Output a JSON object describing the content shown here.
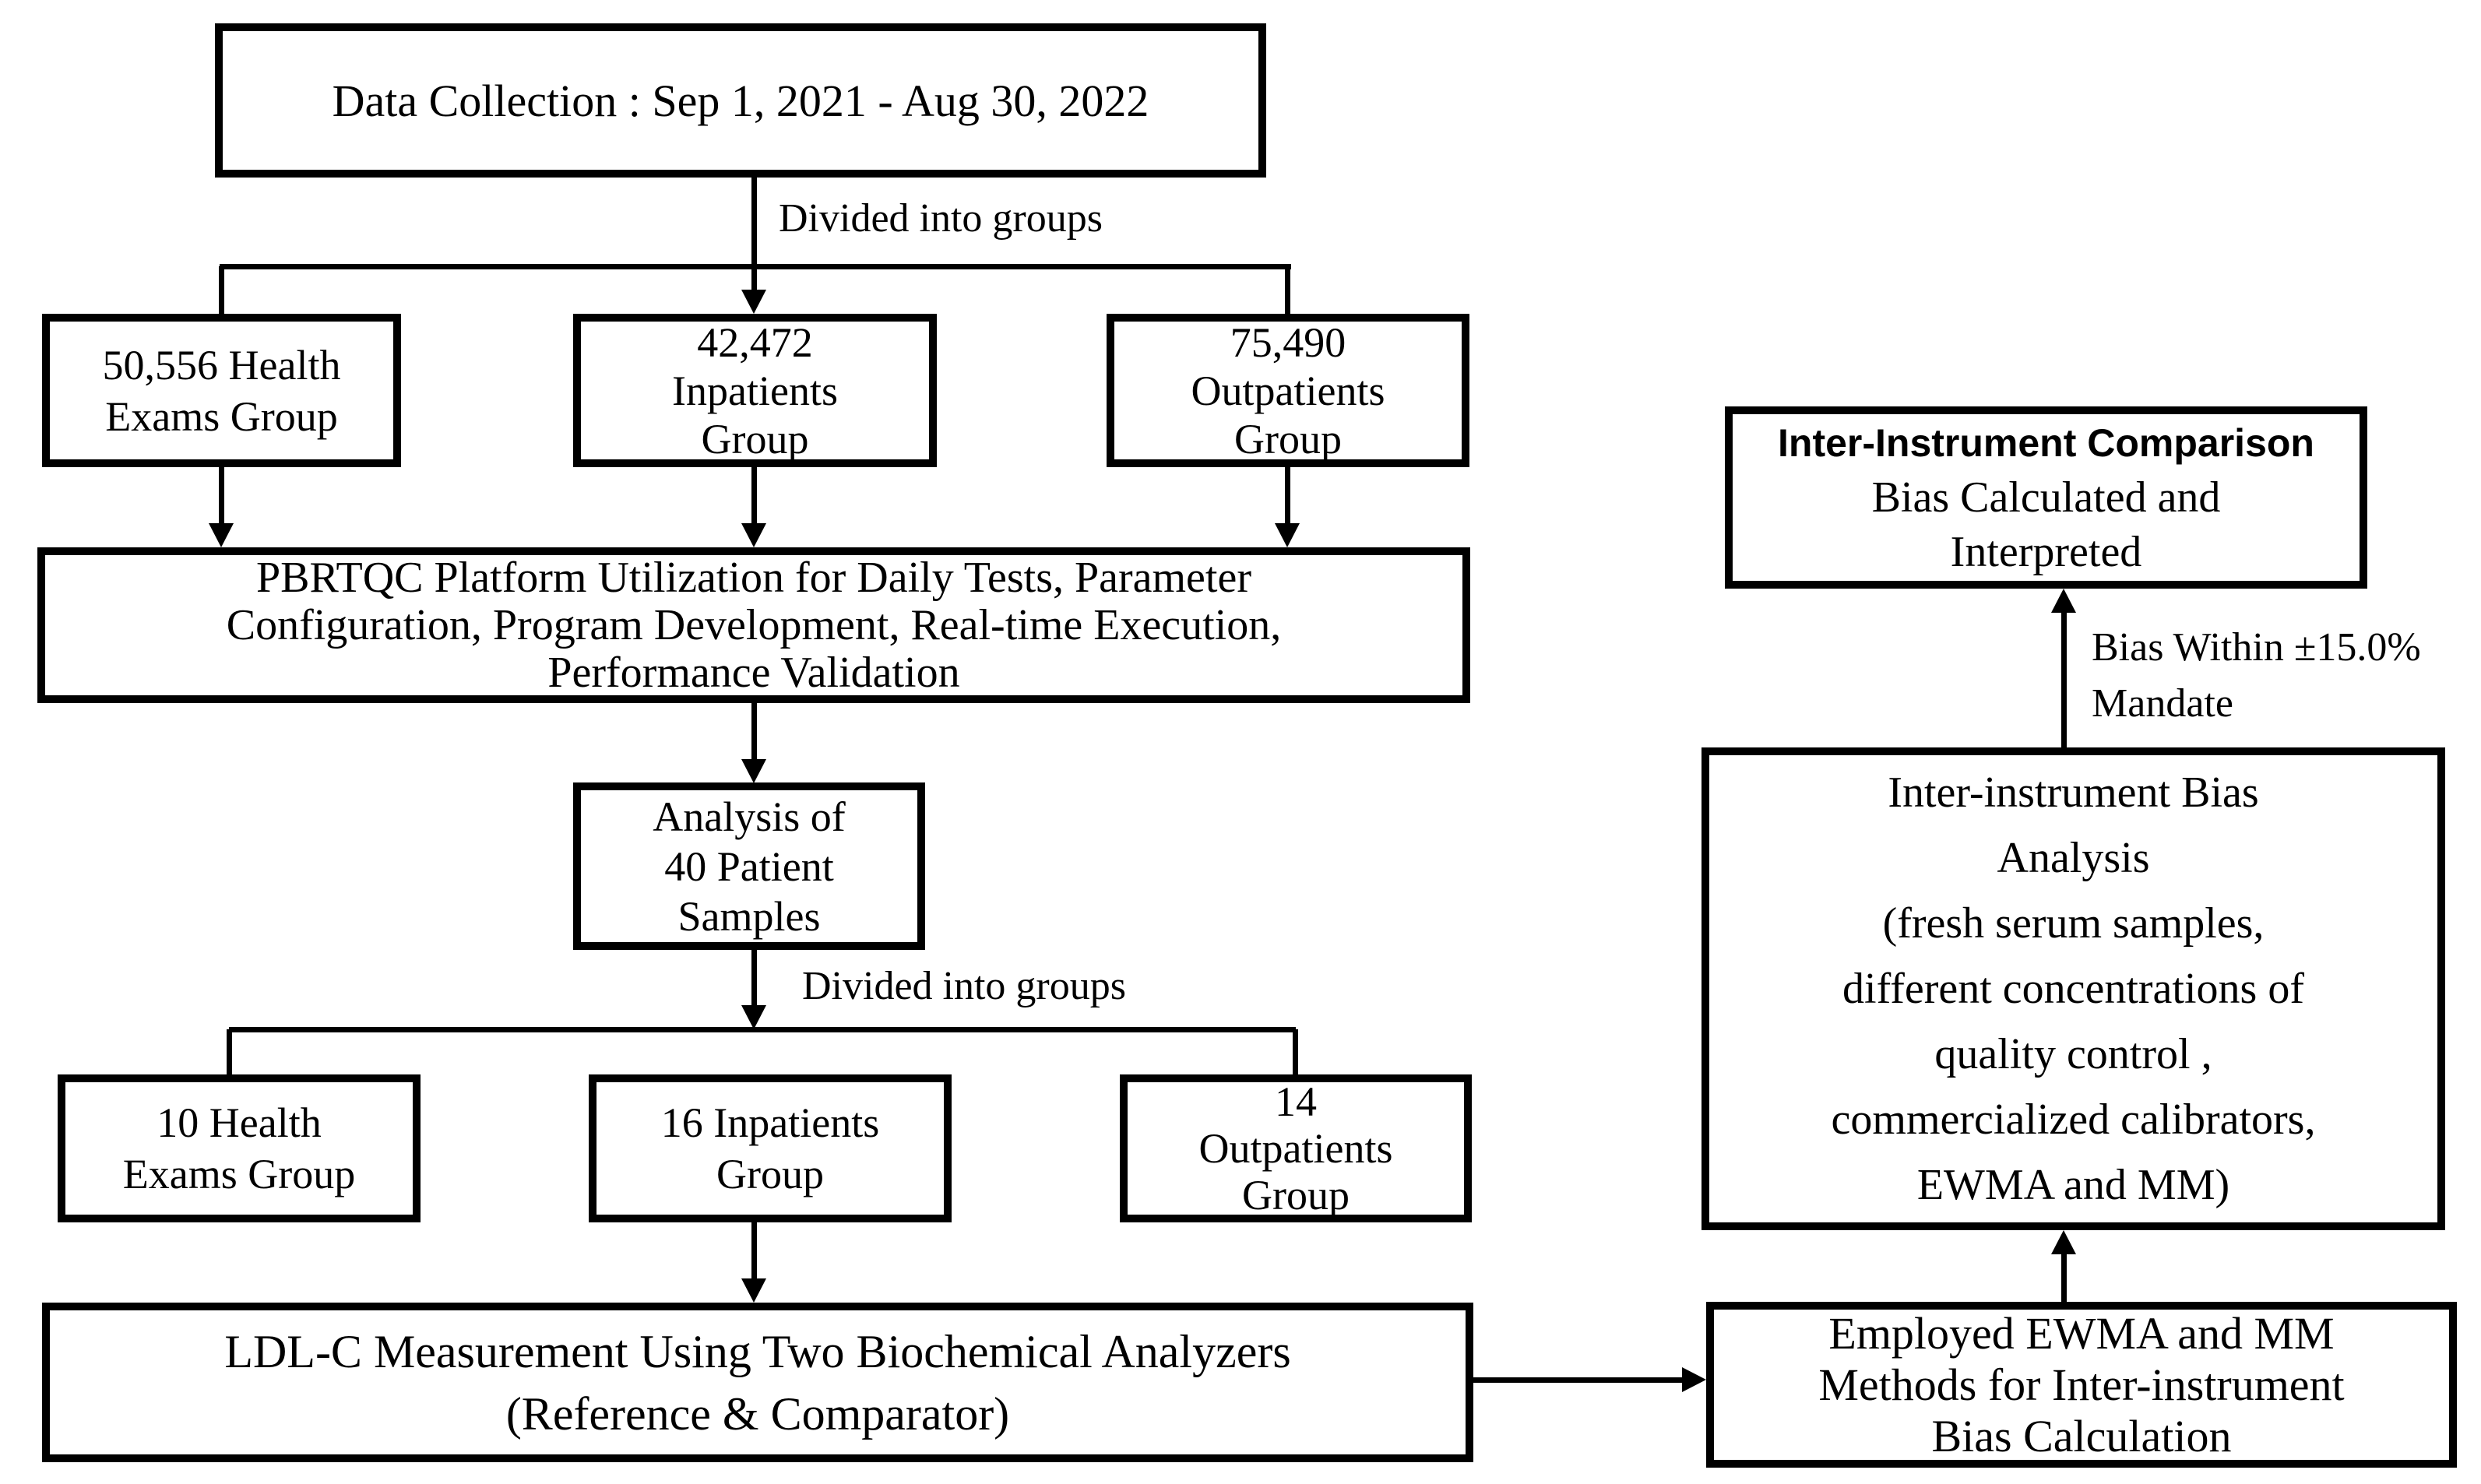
{
  "canvas": {
    "ink_color": "#000000",
    "paper_color": "#ffffff"
  },
  "nodes": {
    "data_collection": {
      "text": "Data Collection : Sep 1, 2021 - Aug 30, 2022"
    },
    "health_exams_large": {
      "lines": [
        "50,556 Health",
        "Exams Group"
      ]
    },
    "inpatients_large": {
      "lines": [
        "42,472",
        "Inpatients",
        "Group"
      ]
    },
    "outpatients_large": {
      "lines": [
        "75,490",
        "Outpatients",
        "Group"
      ]
    },
    "pbrtqc": {
      "lines": [
        "PBRTQC Platform Utilization for Daily Tests, Parameter",
        "Configuration, Program Development, Real-time Execution,",
        "Performance Validation"
      ]
    },
    "analysis": {
      "lines": [
        "Analysis of",
        "40 Patient",
        "Samples"
      ]
    },
    "health_exams_small": {
      "lines": [
        "10 Health",
        "Exams Group"
      ]
    },
    "inpatients_small": {
      "lines": [
        "16 Inpatients",
        "Group"
      ]
    },
    "outpatients_small": {
      "lines": [
        "14",
        "Outpatients",
        "Group"
      ]
    },
    "ldlc": {
      "lines": [
        "LDL-C Measurement Using Two Biochemical Analyzers",
        "(Reference & Comparator)"
      ]
    },
    "employed": {
      "lines": [
        "Employed EWMA and MM",
        "Methods for Inter-instrument",
        "Bias Calculation"
      ]
    },
    "bias_analysis": {
      "lines": [
        "Inter-instrument Bias",
        "Analysis",
        "(fresh serum samples,",
        "different concentrations of",
        "quality control ,",
        "commercialized calibrators,",
        "EWMA and MM)"
      ]
    },
    "comparison": {
      "lines": [
        "Inter-Instrument Comparison",
        "Bias Calculated and",
        "Interpreted"
      ]
    }
  },
  "labels": {
    "divided_into_groups_1": "Divided into groups",
    "divided_into_groups_2": "Divided into groups",
    "bias_within": {
      "lines": [
        "Bias Within ±15.0%",
        "Mandate"
      ]
    }
  }
}
